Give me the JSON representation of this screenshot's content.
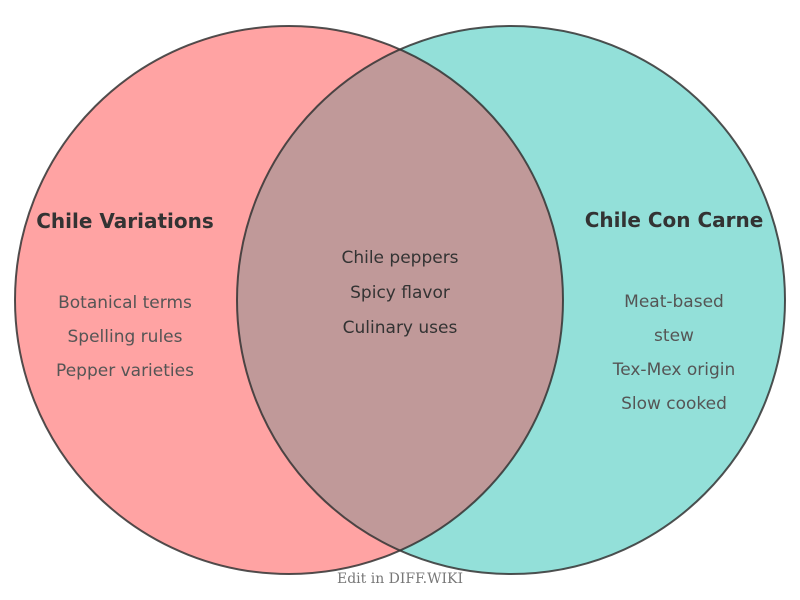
{
  "diagram": {
    "type": "venn",
    "left": {
      "title": "Chile Variations",
      "color": "#ffa3a3",
      "items": [
        "Botanical terms",
        "Spelling rules",
        "Pepper varieties"
      ]
    },
    "right": {
      "title": "Chile Con Carne",
      "color": "#93e0d9",
      "items": [
        "Meat-based stew",
        "Tex-Mex origin",
        "Slow cooked"
      ]
    },
    "overlap": {
      "color": "#c09999",
      "items": [
        "Chile peppers",
        "Spicy flavor",
        "Culinary uses"
      ]
    },
    "stroke_color": "#333333"
  },
  "footer": {
    "text": "Edit in DIFF.WIKI"
  }
}
